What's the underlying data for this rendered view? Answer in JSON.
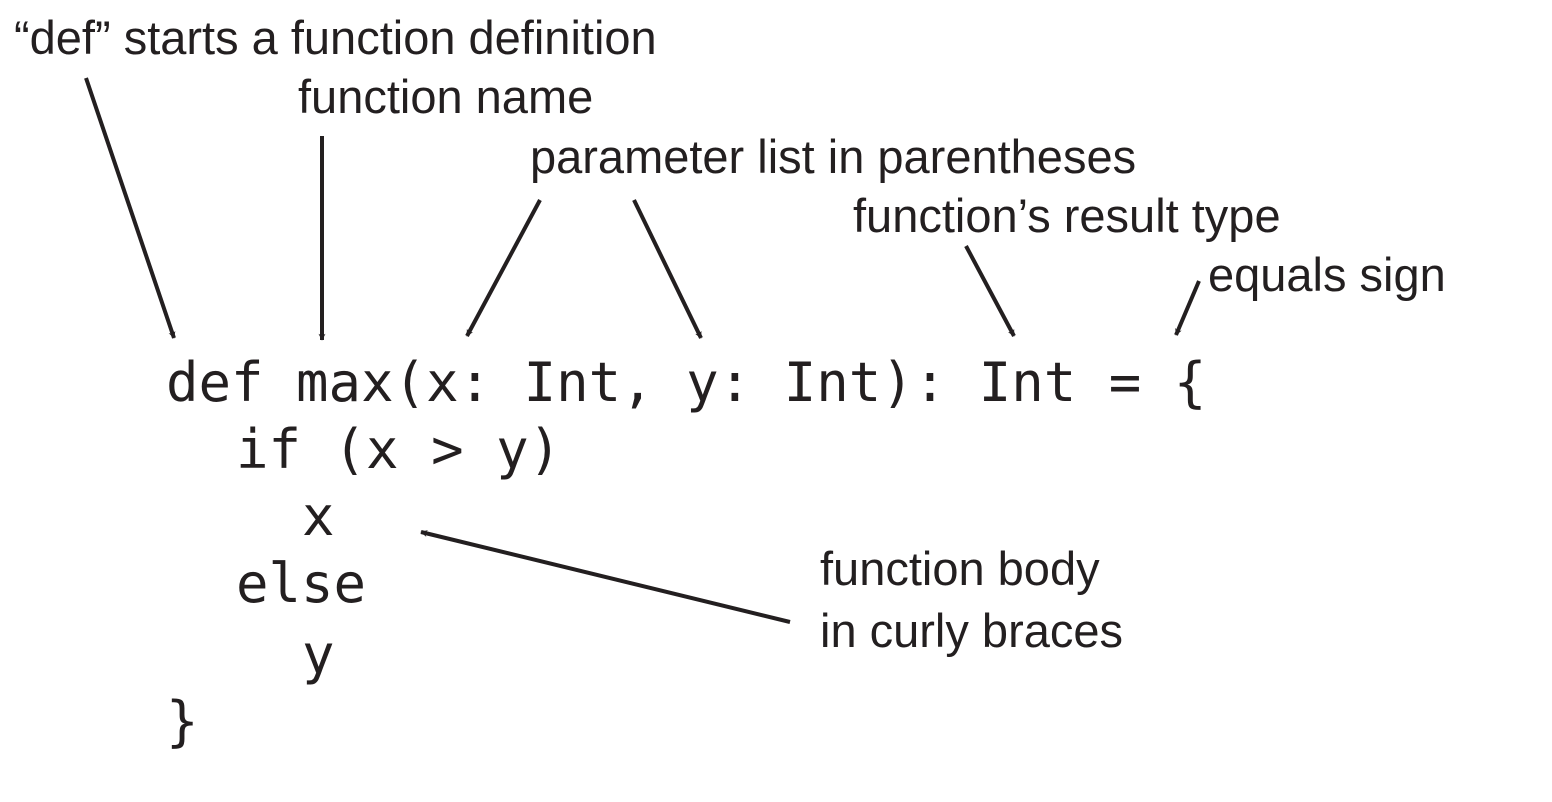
{
  "annotations": {
    "def_keyword": "“def” starts a function definition",
    "function_name": "function name",
    "parameter_list": "parameter list in parentheses",
    "result_type": "function’s result type",
    "equals_sign": "equals sign",
    "body_line1": "function body",
    "body_line2": "in curly braces"
  },
  "code": {
    "line1": "def max(x: Int, y: Int): Int = {",
    "line2": "if (x > y)",
    "line3": "x",
    "line4": "else",
    "line5": "y",
    "line6": "}"
  },
  "colors": {
    "ink": "#231f20",
    "background": "#ffffff"
  }
}
